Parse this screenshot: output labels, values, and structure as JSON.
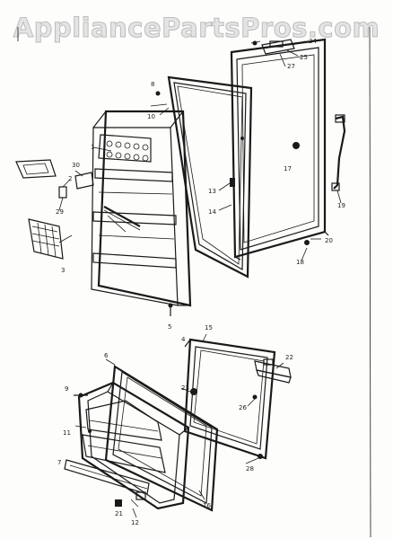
{
  "watermark": "AppliancePartsPros.com",
  "callouts": [
    "1",
    "2",
    "3",
    "4",
    "5",
    "6",
    "7",
    "8",
    "9",
    "10",
    "11",
    "12",
    "13",
    "14",
    "15",
    "16",
    "17",
    "18",
    "19",
    "20",
    "21",
    "22",
    "23",
    "24",
    "25",
    "26",
    "27",
    "28",
    "29",
    "30"
  ]
}
